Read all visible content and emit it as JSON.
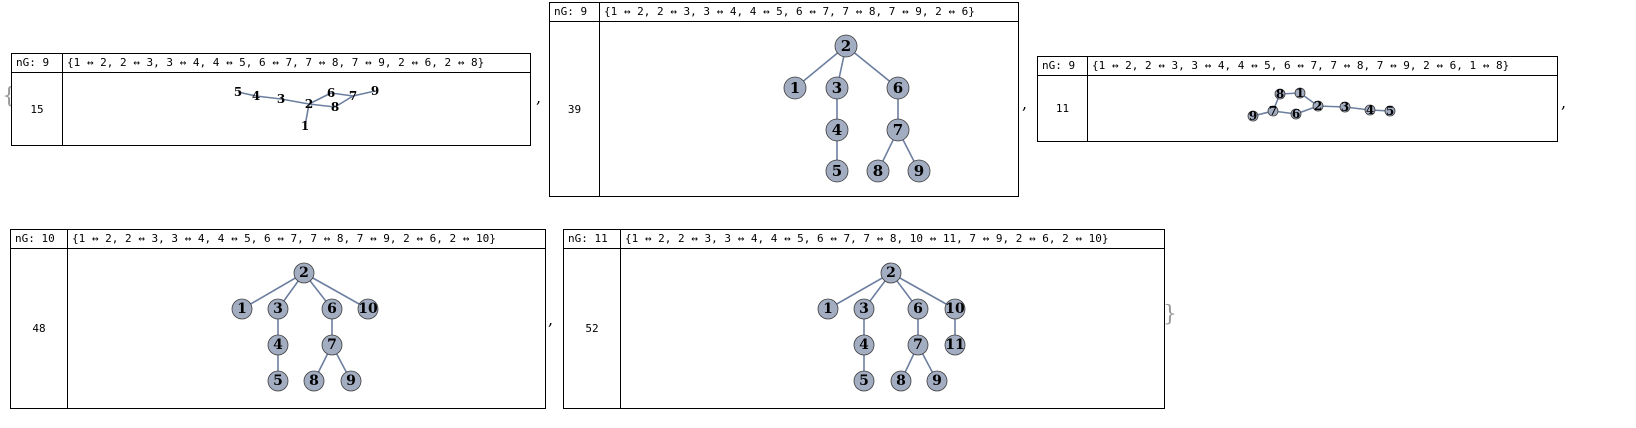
{
  "open_brace": "{",
  "close_brace": "}",
  "separator": ",",
  "panels": [
    {
      "ng": "nG: 9",
      "edges": "{1 ↔ 2, 2 ↔ 3, 3 ↔ 4, 4 ↔ 5, 6 ↔ 7, 7 ↔ 8, 7 ↔ 9, 2 ↔ 6, 2 ↔ 8}",
      "value": "15",
      "graph": {
        "node_labels": [
          "5",
          "4",
          "3",
          "2",
          "1",
          "6",
          "7",
          "8",
          "9"
        ]
      }
    },
    {
      "ng": "nG: 9",
      "edges": "{1 ↔ 2, 2 ↔ 3, 3 ↔ 4, 4 ↔ 5, 6 ↔ 7, 7 ↔ 8, 7 ↔ 9, 2 ↔ 6}",
      "value": "39",
      "graph": {
        "node_labels": [
          "2",
          "1",
          "3",
          "6",
          "4",
          "7",
          "5",
          "8",
          "9"
        ]
      }
    },
    {
      "ng": "nG: 9",
      "edges": "{1 ↔ 2, 2 ↔ 3, 3 ↔ 4, 4 ↔ 5, 6 ↔ 7, 7 ↔ 8, 7 ↔ 9, 2 ↔ 6, 1 ↔ 8}",
      "value": "11",
      "graph": {
        "node_labels": [
          "8",
          "1",
          "2",
          "3",
          "4",
          "5",
          "6",
          "7",
          "9"
        ]
      }
    },
    {
      "ng": "nG: 10",
      "edges": "{1 ↔ 2, 2 ↔ 3, 3 ↔ 4, 4 ↔ 5, 6 ↔ 7, 7 ↔ 8, 7 ↔ 9, 2 ↔ 6, 2 ↔ 10}",
      "value": "48",
      "graph": {
        "node_labels": [
          "2",
          "1",
          "3",
          "6",
          "10",
          "4",
          "7",
          "5",
          "8",
          "9"
        ]
      }
    },
    {
      "ng": "nG: 11",
      "edges": "{1 ↔ 2, 2 ↔ 3, 3 ↔ 4, 4 ↔ 5, 6 ↔ 7, 7 ↔ 8, 10 ↔ 11, 7 ↔ 9, 2 ↔ 6, 2 ↔ 10}",
      "value": "52",
      "graph": {
        "node_labels": [
          "2",
          "1",
          "3",
          "6",
          "10",
          "4",
          "7",
          "11",
          "5",
          "8",
          "9"
        ]
      }
    }
  ],
  "colors": {
    "node_fill": "#a3adc2",
    "node_stroke": "#3c3c3c",
    "edge": "#6d7fa0",
    "border": "#000000"
  }
}
